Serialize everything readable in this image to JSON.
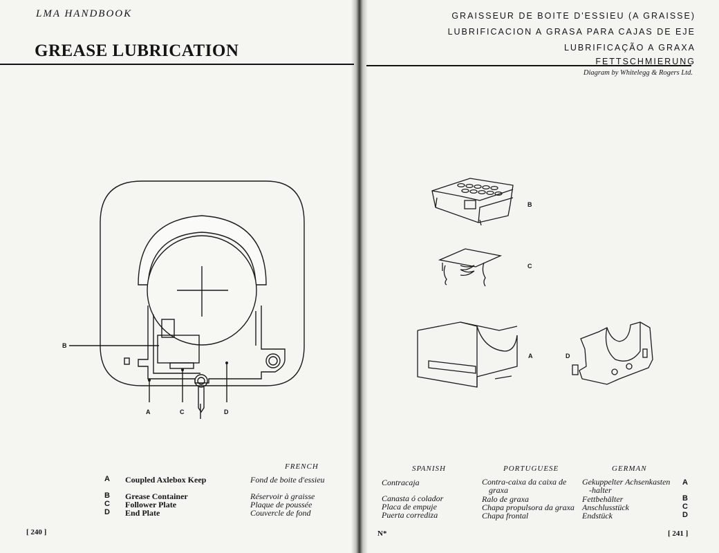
{
  "left_page": {
    "running_head": "LMA HANDBOOK",
    "title": "GREASE LUBRICATION",
    "page_number": "[ 240 ]"
  },
  "right_page": {
    "headings": [
      "GRAISSEUR DE BOITE D'ESSIEU (A GRAISSE)",
      "LUBRIFICACION A GRASA PARA CAJAS DE EJE",
      "LUBRIFICAÇÃO A GRAXA",
      "FETTSCHMIERUNG"
    ],
    "credit": "Diagram by Whitelegg & Rogers Ltd.",
    "page_number": "[ 241 ]",
    "footer_mark": "N*"
  },
  "diagram_labels": {
    "a": "A",
    "b": "B",
    "c": "C",
    "d": "D",
    "part_b": "B",
    "part_c": "C",
    "part_a": "A",
    "part_d": "D"
  },
  "table": {
    "headers": {
      "french": "FRENCH",
      "spanish": "SPANISH",
      "portuguese": "PORTUGUESE",
      "german": "GERMAN"
    },
    "rows": [
      {
        "letter": "A",
        "english": "Coupled Axlebox Keep",
        "french": "Fond de boite d'essieu",
        "spanish": "Contracaja",
        "portuguese_1": "Contra-caixa da caixa de",
        "portuguese_2": "graxa",
        "german_1": "Gekuppelter Achsenkasten",
        "german_2": "-halter",
        "letter_r": "A"
      },
      {
        "letter": "B",
        "english": "Grease Container",
        "french": "Réservoir à graisse",
        "spanish": "Canasta ó colador",
        "portuguese": "Ralo de graxa",
        "german": "Fettbehälter",
        "letter_r": "B"
      },
      {
        "letter": "C",
        "english": "Follower Plate",
        "french": "Plaque de poussée",
        "spanish": "Placa de empuje",
        "portuguese": "Chapa propulsora da graxa",
        "german": "Anschlusstück",
        "letter_r": "C"
      },
      {
        "letter": "D",
        "english": "End Plate",
        "french": "Couvercle de fond",
        "spanish": "Puerta corrediza",
        "portuguese": "Chapa frontal",
        "german": "Endstück",
        "letter_r": "D"
      }
    ]
  }
}
